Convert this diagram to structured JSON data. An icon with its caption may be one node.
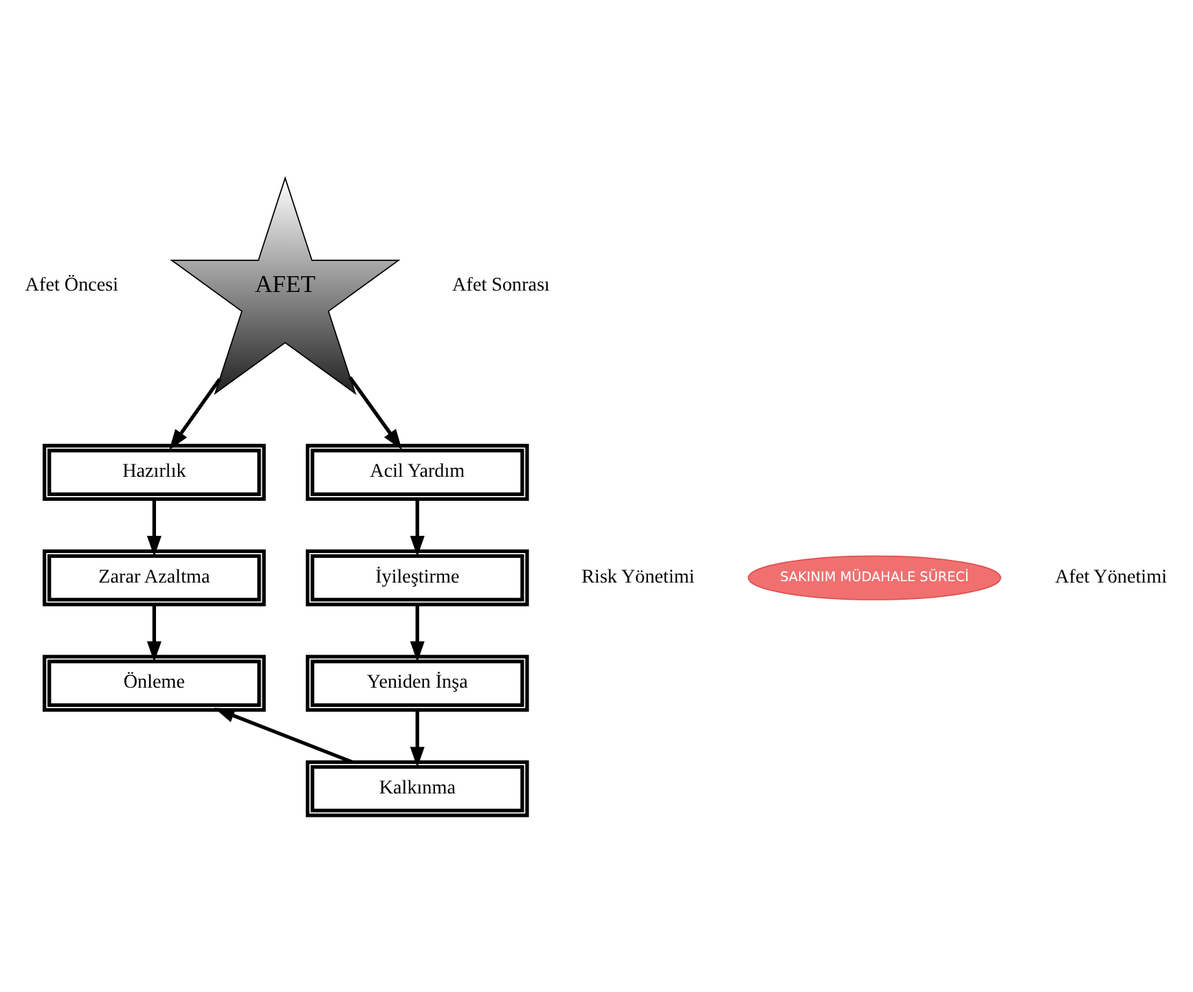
{
  "diagram": {
    "nodes": [
      {
        "text": [
          "AFET"
        ]
      },
      {
        "text": [
          "Hazırlık"
        ]
      },
      {
        "text": [
          "Zarar Azaltma"
        ]
      },
      {
        "text": [
          "Önleme"
        ]
      },
      {
        "text": [
          "Acil Yardım"
        ]
      },
      {
        "text": [
          "İyileştirme"
        ]
      },
      {
        "text": [
          "Yeniden İnşa"
        ]
      },
      {
        "text": [
          "Kalkınma"
        ]
      },
      {
        "text": [
          "SAKINIM MÜDAHALE SÜRECİ"
        ]
      }
    ],
    "edges": [
      {
        "from": 0,
        "to": 1,
        "arrow": "to"
      },
      {
        "from": 1,
        "to": 2,
        "arrow": "to"
      },
      {
        "from": 2,
        "to": 3,
        "arrow": "to"
      },
      {
        "from": 0,
        "to": 4,
        "arrow": "to"
      },
      {
        "from": 4,
        "to": 5,
        "arrow": "to"
      },
      {
        "from": 5,
        "to": 6,
        "arrow": "to"
      },
      {
        "from": 6,
        "to": 7,
        "arrow": "to"
      },
      {
        "from": 7,
        "to": 3,
        "arrow": "to"
      }
    ],
    "labels": [
      "Afet Öncesi",
      "Afet Sonrası",
      "Risk Yönetimi",
      "Afet Yönetimi"
    ]
  }
}
